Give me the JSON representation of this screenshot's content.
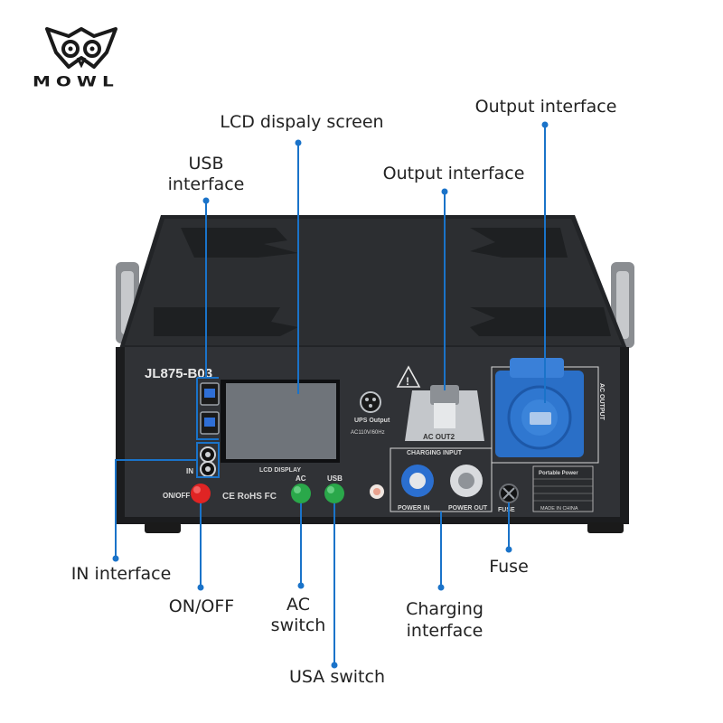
{
  "brand": {
    "logo_text": "MOWL"
  },
  "device": {
    "model": "JL875-B03",
    "lcd_display_label": "LCD DISPLAY",
    "in_port_label": "IN",
    "on_off_label": "ON/OFF",
    "ac_button_label": "AC",
    "usb_button_label": "USB",
    "ups_output_label": "UPS Output",
    "ups_output_spec": "AC110V/60Hz",
    "ac_output_label": "AC OUTPUT",
    "charging_input_label": "CHARGING INPUT",
    "power_in_label": "POWER IN",
    "power_out_label": "POWER OUT",
    "fuse_label": "FUSE",
    "made_in_label": "MADE IN CHINA",
    "spec_plate_title": "Portable Power",
    "output_label_partial": "AC OUT2",
    "cert_marks": "CE RoHS FC"
  },
  "callouts": {
    "lcd": "LCD dispaly screen",
    "usb_line1": "USB",
    "usb_line2": "interface",
    "output_top": "Output interface",
    "output_mid": "Output interface",
    "in_interface": "IN interface",
    "on_off": "ON/OFF",
    "ac_line1": "AC",
    "ac_line2": "switch",
    "usa_switch": "USA switch",
    "charging_line1": "Charging",
    "charging_line2": "interface",
    "fuse": "Fuse"
  },
  "colors": {
    "callout_line": "#1a73c9",
    "device_body": "#2b2d30",
    "on_off_button": "#e02424",
    "ac_button": "#2aa84a",
    "usb_button": "#2aa84a",
    "socket_blue": "#2a6fc7",
    "lcd_screen": "#6f747a"
  }
}
